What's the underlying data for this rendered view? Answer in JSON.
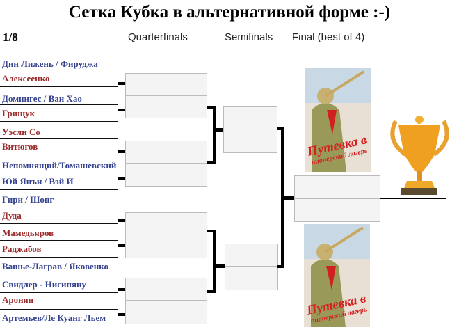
{
  "title": "Сетка Кубка в альтернативной форме :-)",
  "headers": {
    "round_of_16": "1/8",
    "quarterfinals": "Quarterfinals",
    "semifinals": "Semifinals",
    "final": "Final (best of 4)"
  },
  "matches": [
    {
      "top": "Дин Лижень / Фируджа",
      "bottom": "Алексеенко",
      "top_color": "blue",
      "bottom_color": "red"
    },
    {
      "top": "Домингес / Ван Хао",
      "bottom": "Грищук",
      "top_color": "blue",
      "bottom_color": "red"
    },
    {
      "top": "Уэсли Со",
      "bottom": "Витюгов",
      "top_color": "red",
      "bottom_color": "red"
    },
    {
      "top": "Непомнящий/Томашевский",
      "bottom": "Юй Янъи / Вэй И",
      "top_color": "blue",
      "bottom_color": "blue"
    },
    {
      "top": "Гири / Шонг",
      "bottom": "Дуда",
      "top_color": "blue",
      "bottom_color": "red"
    },
    {
      "top": "Мамедьяров",
      "bottom": "Раджабов",
      "top_color": "red",
      "bottom_color": "red"
    },
    {
      "top": "Вашье-Лаграв / Яковенко",
      "bottom": "Свидлер - Нисипяну",
      "top_color": "blue",
      "bottom_color": "blue"
    },
    {
      "top": "Аронян",
      "bottom": "Артемьев/Ле Куанг Льем",
      "top_color": "red",
      "bottom_color": "blue"
    }
  ],
  "poster_text": "Путевка в пионерский лагерь",
  "colors": {
    "blue": "#34418f",
    "red": "#9b2a2a",
    "trophy": "#f0a020"
  }
}
